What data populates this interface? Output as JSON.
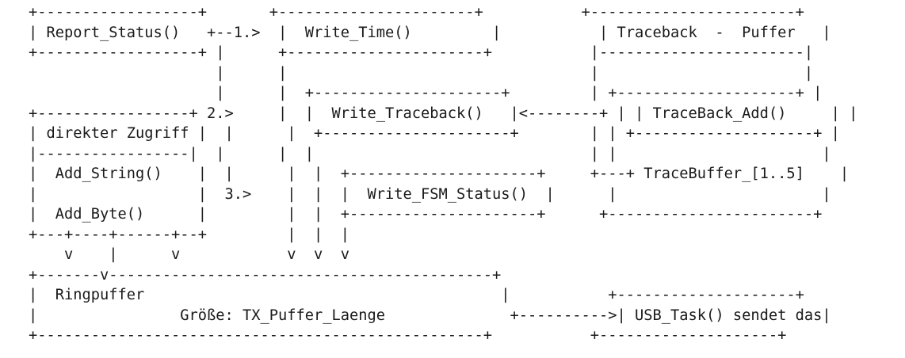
{
  "diagram": {
    "lines": [
      "+------------------+       +----------------------+           +-----------------------+",
      "| Report_Status()   +--1.>  |  Write_Time()         |           | Traceback  -  Puffer   |",
      "+------------------+ |      +----------------------+           |-----------------------|",
      "                     |      |                                  |                       |",
      "                     |      |  +---------------------+         | +--------------------+ |",
      "+-----------------+ 2.>     |  |  Write_Traceback()   |<--------+ | | TraceBack_Add()     | |",
      "| direkter Zugriff |  |      |  +---------------------+        | | +--------------------+ |",
      "|-----------------|  |      |  |                               | |                       |",
      "|  Add_String()    |  |      |  |  +---------------------+     +---+ TraceBuffer_[1..5]    |",
      "|                  |  3.>    |  |  |  Write_FSM_Status()  |      |                       |",
      "|  Add_Byte()      |         |  |  +---------------------+      +-----------------------+",
      "+---+----+------+--+         |  |  |",
      "    v    |      v            v  v  v",
      "+-------v-------------------------------------------+",
      "|  Ringpuffer                                        |           +--------------------+",
      "|                Größe: TX_Puffer_Laenge              +---------->| USB_Task() sendet das|",
      "+--------------------------------------------------+           +--------------------+"
    ]
  }
}
